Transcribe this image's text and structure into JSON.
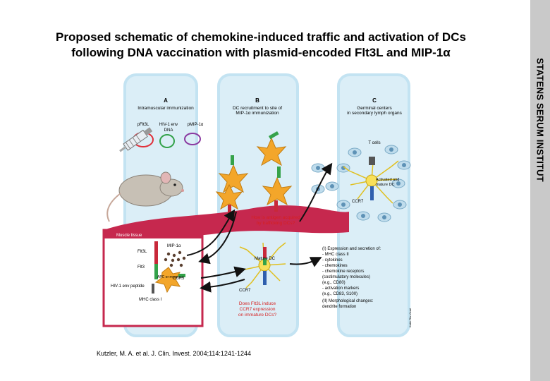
{
  "title": {
    "line1": "Proposed schematic of chemokine-induced traffic and activation of DCs",
    "line2": "following DNA vaccination with plasmid-encoded Flt3L and MIP-1α"
  },
  "side_label": "STATENS SERUM INSTITUT",
  "citation": "Kutzler, M. A. et al. J. Clin. Invest. 2004;114:1241-1244",
  "figure": {
    "panel_a": {
      "letter": "A",
      "heading": "Intramuscular immunization",
      "plasmids": [
        "pFlt3L",
        "HIV-1 env",
        "pMIP-1α"
      ],
      "dna": "DNA",
      "muscle": "Muscle tissue",
      "flt3l": "Flt3L",
      "mip": "MIP-1α",
      "flt3": "Flt3",
      "ccr5": "CCR5",
      "apc": "APC or myocyte",
      "peptide": "HIV-1 env peptide",
      "mhc": "MHC class I"
    },
    "panel_b": {
      "letter": "B",
      "heading1": "DC recruitment to site of",
      "heading2": "MIP-1α immunization",
      "question1a": "How is antigen acquired",
      "question1b": "by trafficking DCs?",
      "mature_dc": "Mature DC",
      "ccr7": "CCR7",
      "question2a": "Does Flt3L induce",
      "question2b": "CCR7 expression",
      "question2c": "on immature DCs?"
    },
    "panel_c": {
      "letter": "C",
      "heading1": "Germinal centers",
      "heading2": "in secondary lymph organs",
      "tcells": "T cells",
      "activated_dc1": "Activated and",
      "activated_dc2": "mature DC",
      "ccr7": "CCR7",
      "list": [
        "(I) Expression and secretion of:",
        "- MHC class II",
        "- cytokines",
        "- chemokines",
        "- chemokine receptors",
        "  (costimulatory molecules)",
        "  (e.g., CD80)",
        "- activation markers",
        "  (e.g., CD83, S100)",
        "(II) Morphological changes:",
        "  dendrite formation"
      ]
    },
    "credit": "Katie Ris-Vicari",
    "colors": {
      "column": "#dbeef7",
      "column_border": "#c3e3f2",
      "dc_orange": "#f3a62a",
      "dc_yellow": "#f8e05a",
      "receptor_red": "#c8283a",
      "receptor_green": "#35a24a",
      "receptor_blue": "#2f5fae",
      "muscle": "#c6284e",
      "plasmid_red": "#e0303a",
      "plasmid_green": "#33a24a",
      "plasmid_purple": "#8a3aa0",
      "question_red": "#d62020"
    }
  }
}
